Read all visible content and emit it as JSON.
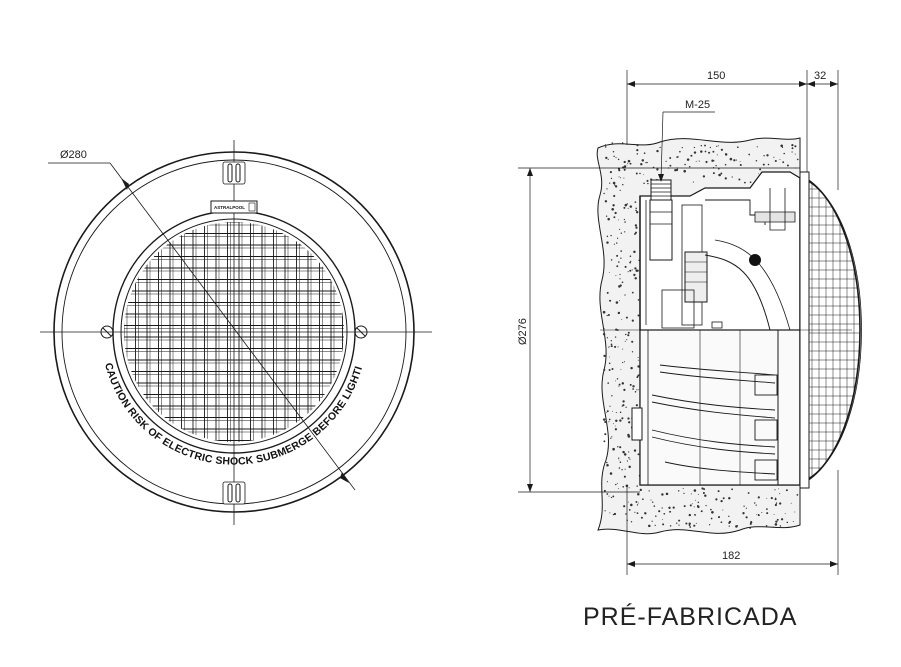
{
  "front_view": {
    "diameter_label": "Ø280",
    "brand_label": "ASTRALPOOL",
    "caution_text": "CAUTION RISK OF ELECTRIC SHOCK SUBMERGE BEFORE LIGHTING"
  },
  "side_view": {
    "dim_top": "150",
    "dim_top_right": "32",
    "dim_bottom": "182",
    "dim_height": "Ø276",
    "thread_label": "M-25"
  },
  "caption": "PRÉ-FABRICADA"
}
